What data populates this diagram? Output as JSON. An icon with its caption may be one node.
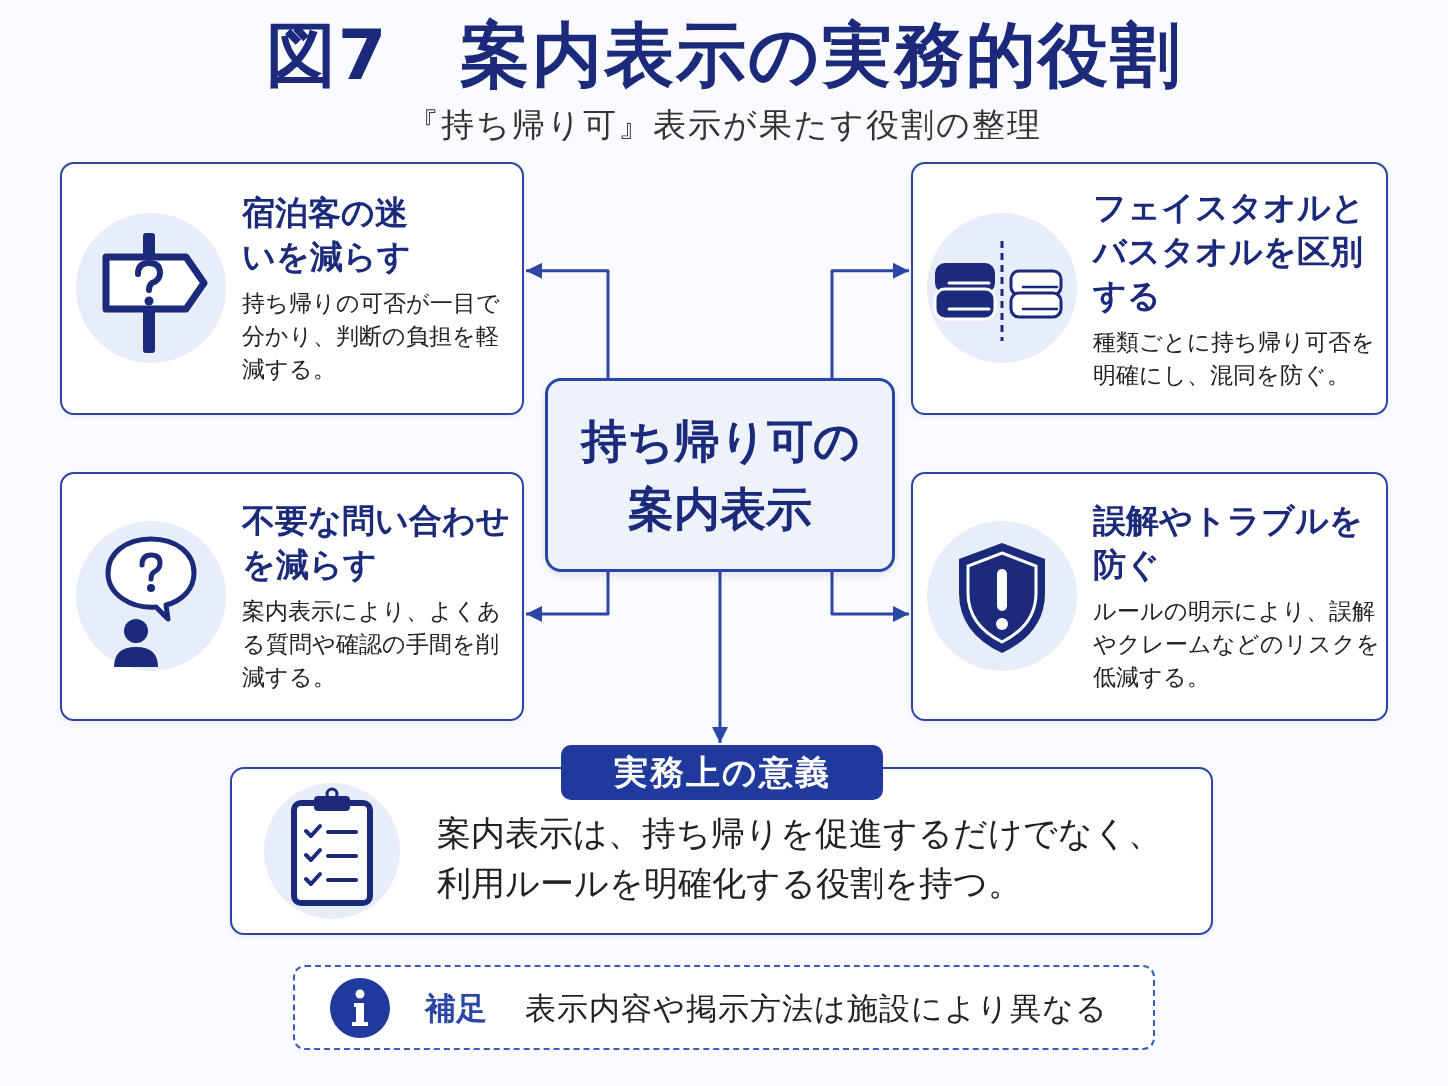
{
  "diagram": {
    "title": "図7　案内表示の実務的役割",
    "nodes": [
      {
        "text": [
          "宿泊客の迷いを減らす",
          "持ち帰りの可否が一目で分かり、判断の負担を軽減する。"
        ]
      },
      {
        "text": [
          "フェイスタオルとバスタオルを区別する",
          "種類ごとに持ち帰り可否を明確にし、混同を防ぐ。"
        ]
      },
      {
        "text": [
          "持ち帰り可の案内表示"
        ]
      },
      {
        "text": [
          "不要な問い合わせを減らす",
          "案内表示により、よくある質問や確認の手間を削減する。"
        ]
      },
      {
        "text": [
          "誤解やトラブルを防ぐ",
          "ルールの明示により、誤解やクレームなどのリスクを低減する。"
        ]
      },
      {
        "text": [
          "実務上の意義",
          "案内表示は、持ち帰りを促進するだけでなく、利用ルールを明確化する役割を持つ。"
        ]
      },
      {
        "text": [
          "補足",
          "表示内容や掲示方法は施設により異なる"
        ]
      }
    ],
    "edges": [
      {
        "from": 2,
        "to": 0,
        "arrow": "to"
      },
      {
        "from": 2,
        "to": 1,
        "arrow": "to"
      },
      {
        "from": 2,
        "to": 3,
        "arrow": "to"
      },
      {
        "from": 2,
        "to": 4,
        "arrow": "to"
      },
      {
        "from": 2,
        "to": 5,
        "arrow": "to"
      }
    ],
    "labels": [
      "『持ち帰り可』表示が果たす役割の整理"
    ]
  }
}
